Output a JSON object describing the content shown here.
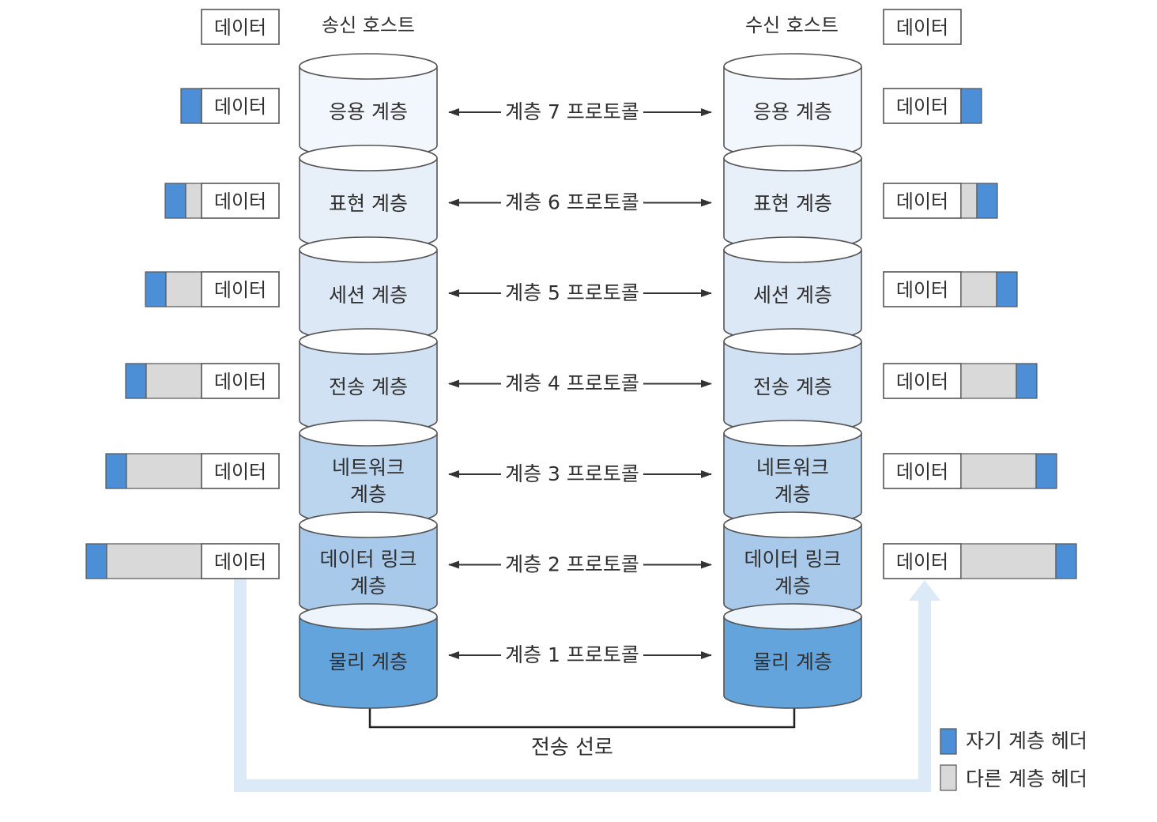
{
  "hosts": {
    "sender": "송신 호스트",
    "receiver": "수신 호스트"
  },
  "data_label": "데이터",
  "layers": [
    {
      "name": [
        "응용 계층"
      ],
      "protocol": "계층 7 프로토콜",
      "fill": "#f2f6fd",
      "header_segments": 0
    },
    {
      "name": [
        "표현 계층"
      ],
      "protocol": "계층 6 프로토콜",
      "fill": "#e7eff9",
      "header_segments": 1
    },
    {
      "name": [
        "세션 계층"
      ],
      "protocol": "계층 5 프로토콜",
      "fill": "#dce8f6",
      "header_segments": 2
    },
    {
      "name": [
        "전송 계층"
      ],
      "protocol": "계층 4 프로토콜",
      "fill": "#d0e1f3",
      "header_segments": 3
    },
    {
      "name": [
        "네트워크",
        "계층"
      ],
      "protocol": "계층 3 프로토콜",
      "fill": "#bcd5ee",
      "header_segments": 4
    },
    {
      "name": [
        "데이터 링크",
        "계층"
      ],
      "protocol": "계층 2 프로토콜",
      "fill": "#a8c9ea",
      "header_segments": 5
    },
    {
      "name": [
        "물리 계층"
      ],
      "protocol": "계층 1 프로토콜",
      "fill": "#63a4dd",
      "header_segments": 0
    }
  ],
  "transmission_line": "전송 선로",
  "legend": {
    "own_header": "자기 계층 헤더",
    "other_header": "다른 계층 헤더"
  },
  "colors": {
    "own_header": "#4d8fd6",
    "other_header": "#d9d9d9",
    "flow_arrow": "#dce9f7",
    "outline": "#555555"
  }
}
